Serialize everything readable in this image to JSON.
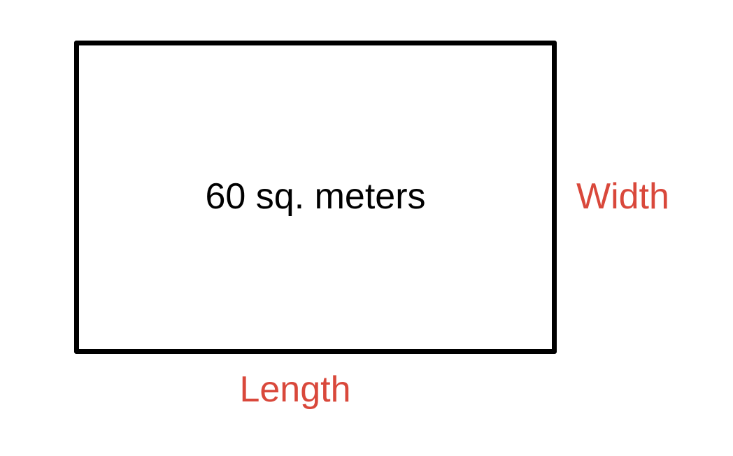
{
  "diagram": {
    "area_label": "60 sq. meters",
    "width_label": "Width",
    "length_label": "Length"
  },
  "colors": {
    "outline": "#000000",
    "text": "#000000",
    "dimension_label": "#d9483b",
    "background": "#ffffff"
  }
}
